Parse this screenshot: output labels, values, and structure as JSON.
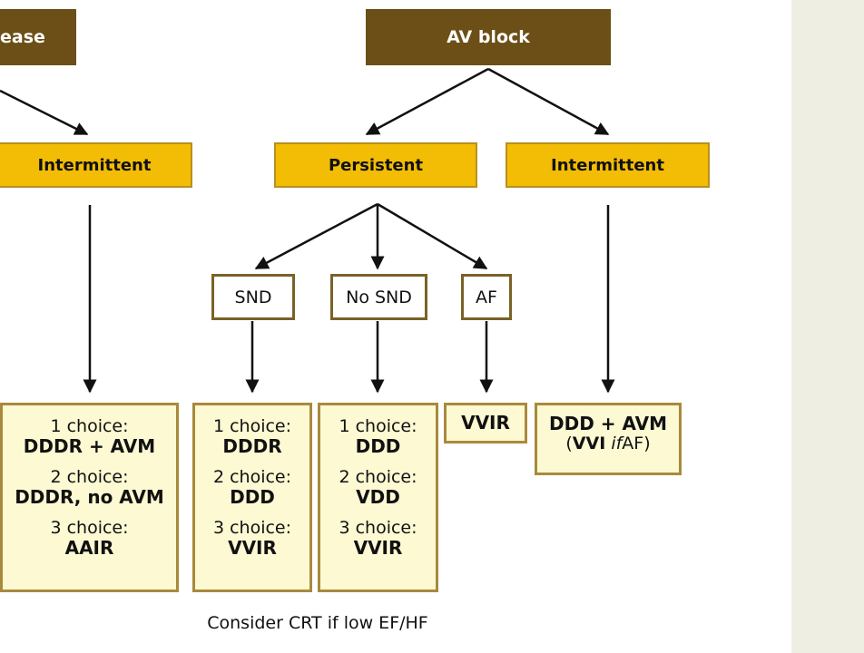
{
  "root_boxes": {
    "left_truncated": "ease",
    "av_block": "AV block"
  },
  "level2": {
    "left_intermittent": "Intermittent",
    "persistent": "Persistent",
    "right_intermittent": "Intermittent"
  },
  "conditions": {
    "snd": "SND",
    "no_snd": "No SND",
    "af": "AF"
  },
  "outcomes": {
    "left": {
      "c1_label": "1 choice:",
      "c1_value": "DDDR + AVM",
      "c2_label": "2 choice:",
      "c2_value": "DDDR, no AVM",
      "c3_label": "3 choice:",
      "c3_value": "AAIR"
    },
    "snd": {
      "c1_label": "1 choice:",
      "c1_value": "DDDR",
      "c2_label": "2 choice:",
      "c2_value": "DDD",
      "c3_label": "3 choice:",
      "c3_value": "VVIR"
    },
    "no_snd": {
      "c1_label": "1 choice:",
      "c1_value": "DDD",
      "c2_label": "2 choice:",
      "c2_value": "VDD",
      "c3_label": "3 choice:",
      "c3_value": "VVIR"
    },
    "af": {
      "value": "VVIR"
    },
    "right": {
      "line1": "DDD + AVM",
      "line2_open": "(",
      "line2_mode": "VVI",
      "line2_if": "if",
      "line2_af": "AF)"
    }
  },
  "footnote": "Consider CRT if low EF/HF",
  "colors": {
    "dark_box": "#6b4f16",
    "gold_box": "#f2bd04",
    "cream_box": "#fcf9d3",
    "side_panel": "#efeee3"
  }
}
